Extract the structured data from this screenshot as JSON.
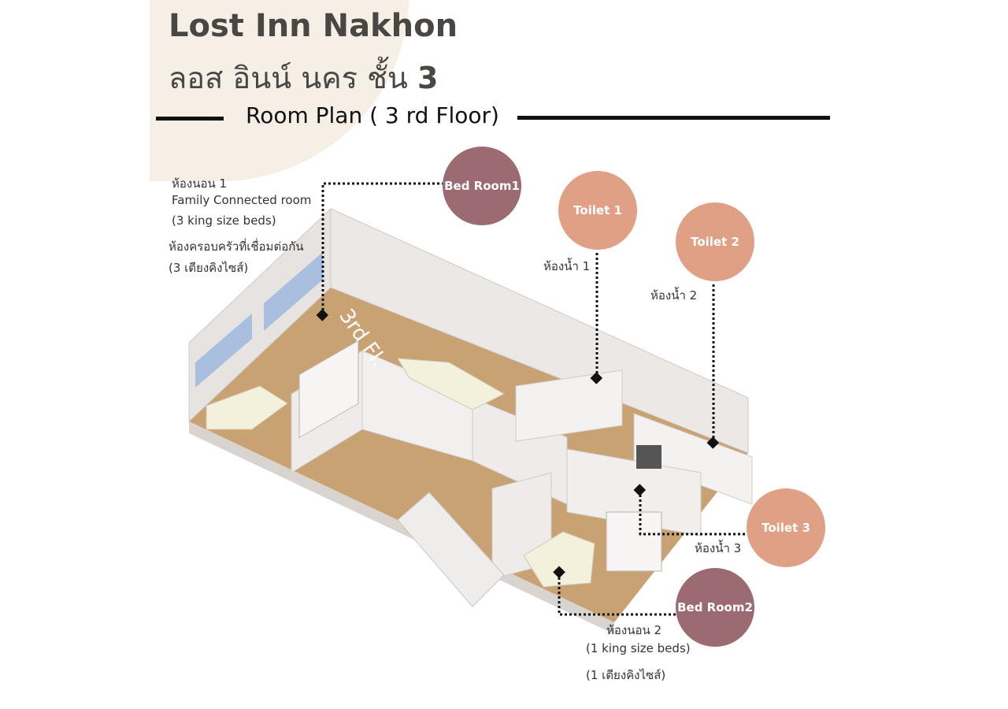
{
  "header": {
    "title": "Lost Inn Nakhon",
    "subtitle_prefix": "ลอส อินน์ นคร ชั้น ",
    "subtitle_floor": "3",
    "section_title": "Room Plan ( 3 rd Floor)"
  },
  "floor_mark": "3rd Fl.",
  "bedroom1": {
    "circle_label": "Bed Room1",
    "thai_name": "ห้องนอน 1",
    "desc": "Family Connected room",
    "beds": "(3 king size beds)",
    "thai_desc": "ห้องครอบครัวที่เชื่อมต่อกัน",
    "thai_beds": "(3 เตียงคิงไซส์)"
  },
  "toilet1": {
    "circle_label": "Toilet 1",
    "thai_name": "ห้องน้ำ 1"
  },
  "toilet2": {
    "circle_label": "Toilet 2",
    "thai_name": "ห้องน้ำ 2"
  },
  "toilet3": {
    "circle_label": "Toilet 3",
    "thai_name": "ห้องน้ำ 3"
  },
  "bedroom2": {
    "circle_label": "Bed Room2",
    "thai_name": "ห้องนอน 2",
    "beds": "(1 king size beds)",
    "thai_beds": "(1 เตียงคิงไซส์)"
  },
  "colors": {
    "bedroom": "#9c6b71",
    "toilet": "#dfa085",
    "floor": "#c9a274",
    "wall": "#ebe8e6"
  }
}
